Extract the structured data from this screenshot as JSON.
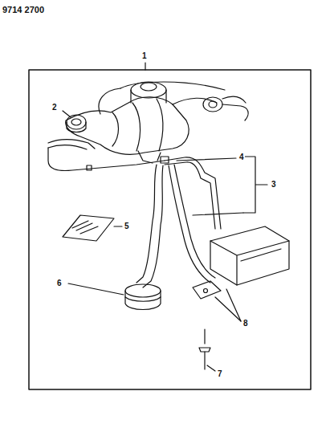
{
  "diagram": {
    "labels": [
      "9714 2700",
      "1",
      "2",
      "3",
      "4",
      "5",
      "6",
      "7",
      "8"
    ]
  }
}
